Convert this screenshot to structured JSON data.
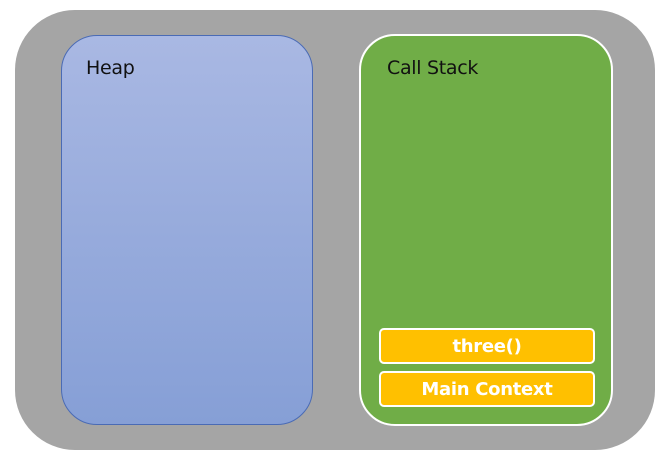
{
  "heap": {
    "title": "Heap"
  },
  "call_stack": {
    "title": "Call Stack",
    "frames": [
      {
        "label": "three()"
      },
      {
        "label": "Main Context"
      }
    ]
  },
  "colors": {
    "outer_background": "#a5a5a5",
    "heap_fill": "#97abdc",
    "heap_border": "#4a6bb5",
    "stack_fill": "#70ad47",
    "frame_fill": "#ffc000",
    "frame_text": "#ffffff"
  }
}
